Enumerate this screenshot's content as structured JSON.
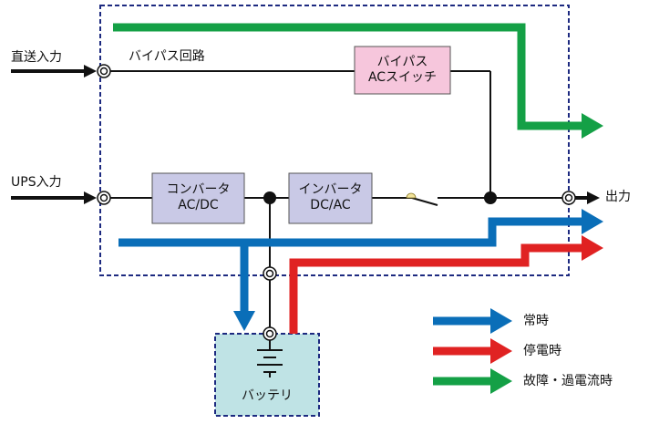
{
  "inputs": {
    "direct": "直送入力",
    "ups": "UPS入力"
  },
  "output": "出力",
  "bypass_circuit_label": "バイパス回路",
  "boxes": {
    "converter": [
      "コンバータ",
      "AC/DC"
    ],
    "inverter": [
      "インバータ",
      "DC/AC"
    ],
    "bypass_switch": [
      "バイパス",
      "ACスイッチ"
    ],
    "battery": "バッテリ"
  },
  "legend": {
    "normal": "常時",
    "outage": "停電時",
    "fault": "故障・過電流時"
  },
  "colors": {
    "normal": "#0a6eb8",
    "outage": "#e02222",
    "fault": "#14a046",
    "box_fill": "#c9c9e6",
    "bypass_switch_fill": "#f6c6dc",
    "battery_fill": "#bfe3e5",
    "border_dashed": "#1d2a80"
  }
}
